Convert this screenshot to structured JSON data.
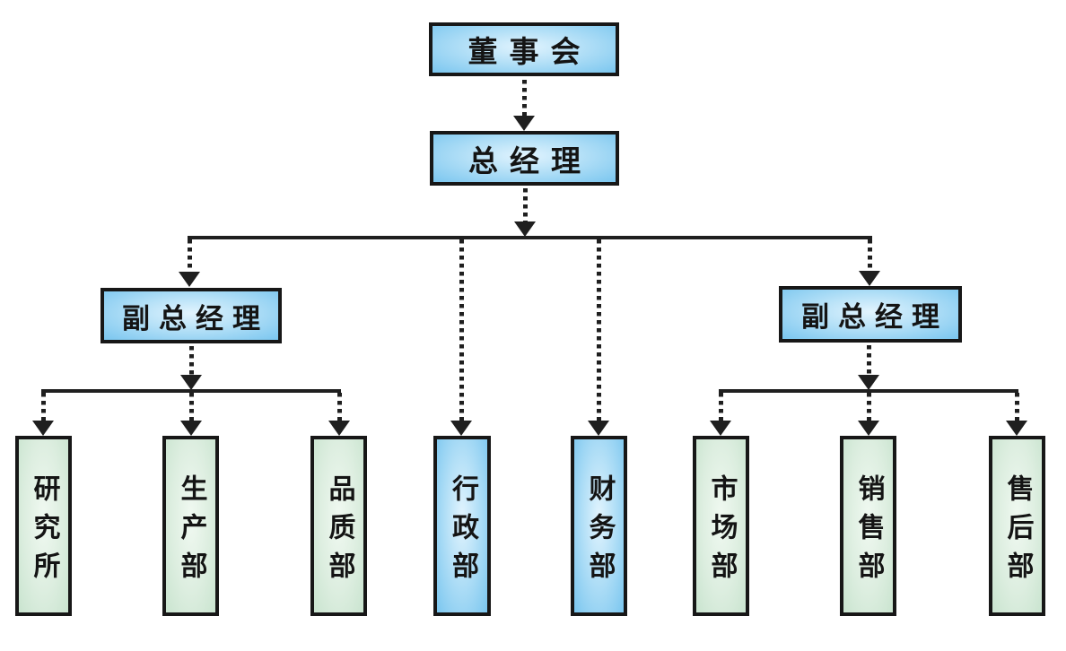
{
  "colors": {
    "background": "#ffffff",
    "box_border": "#171717",
    "connector": "#1f1f1f",
    "blue_box_edge": "#7ac6ef",
    "blue_box_center": "#e2f4fe",
    "green_box_edge": "#c9e4cf",
    "green_box_center": "#f0f9f1"
  },
  "chart": {
    "type": "org-chart",
    "nodes": {
      "board": "董事会",
      "general_manager": "总经理",
      "deputy_gm_left": "副总经理",
      "deputy_gm_right": "副总经理",
      "research": "研究所",
      "production": "生产部",
      "quality": "品质部",
      "admin": "行政部",
      "finance": "财务部",
      "marketing": "市场部",
      "sales": "销售部",
      "after_sales": "售后部"
    },
    "hierarchy": [
      {
        "parent": "董事会",
        "children": [
          "总经理"
        ]
      },
      {
        "parent": "总经理",
        "children": [
          "副总经理(左)",
          "行政部",
          "财务部",
          "副总经理(右)"
        ]
      },
      {
        "parent": "副总经理(左)",
        "children": [
          "研究所",
          "生产部",
          "品质部"
        ]
      },
      {
        "parent": "副总经理(右)",
        "children": [
          "市场部",
          "销售部",
          "售后部"
        ]
      }
    ],
    "connector_style": "dotted arrows with solid horizontal rails"
  }
}
